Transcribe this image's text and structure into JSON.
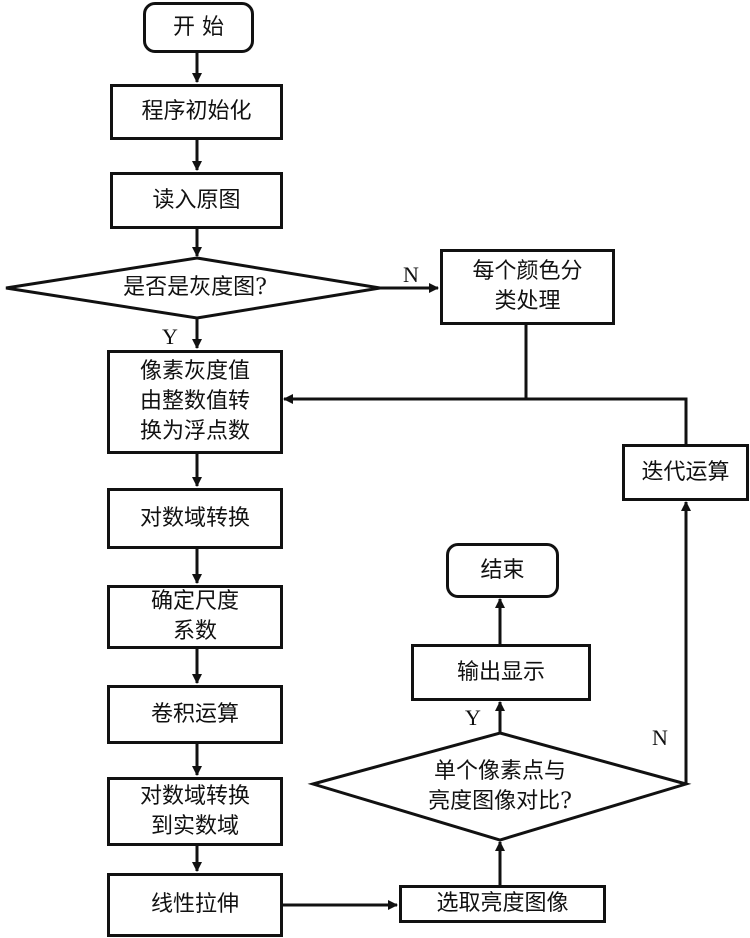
{
  "diagram": {
    "type": "flowchart",
    "nodes": {
      "start": "开 始",
      "init": "程序初始化",
      "read": "读入原图",
      "is_gray": "是否是灰度图?",
      "color_process": "每个颜色分\n类处理",
      "to_float": "像素灰度值\n由整数值转\n换为浮点数",
      "log_transform": "对数域转换",
      "scale_coef": "确定尺度\n系数",
      "convolution": "卷积运算",
      "to_real": "对数域转换\n到实数域",
      "linear_stretch": "线性拉伸",
      "select_luma": "选取亮度图像",
      "compare": "单个像素点与\n亮度图像对比?",
      "output": "输出显示",
      "end": "结束",
      "iterate": "迭代运算"
    },
    "labels": {
      "gray_yes": "Y",
      "gray_no": "N",
      "compare_yes": "Y",
      "compare_no": "N"
    },
    "edges": [
      [
        "start",
        "init"
      ],
      [
        "init",
        "read"
      ],
      [
        "read",
        "is_gray"
      ],
      [
        "is_gray",
        "to_float",
        "Y"
      ],
      [
        "is_gray",
        "color_process",
        "N"
      ],
      [
        "color_process",
        "to_float"
      ],
      [
        "to_float",
        "log_transform"
      ],
      [
        "log_transform",
        "scale_coef"
      ],
      [
        "scale_coef",
        "convolution"
      ],
      [
        "convolution",
        "to_real"
      ],
      [
        "to_real",
        "linear_stretch"
      ],
      [
        "linear_stretch",
        "select_luma"
      ],
      [
        "select_luma",
        "compare"
      ],
      [
        "compare",
        "output",
        "Y"
      ],
      [
        "compare",
        "iterate",
        "N"
      ],
      [
        "iterate",
        "to_float"
      ],
      [
        "output",
        "end"
      ]
    ]
  }
}
